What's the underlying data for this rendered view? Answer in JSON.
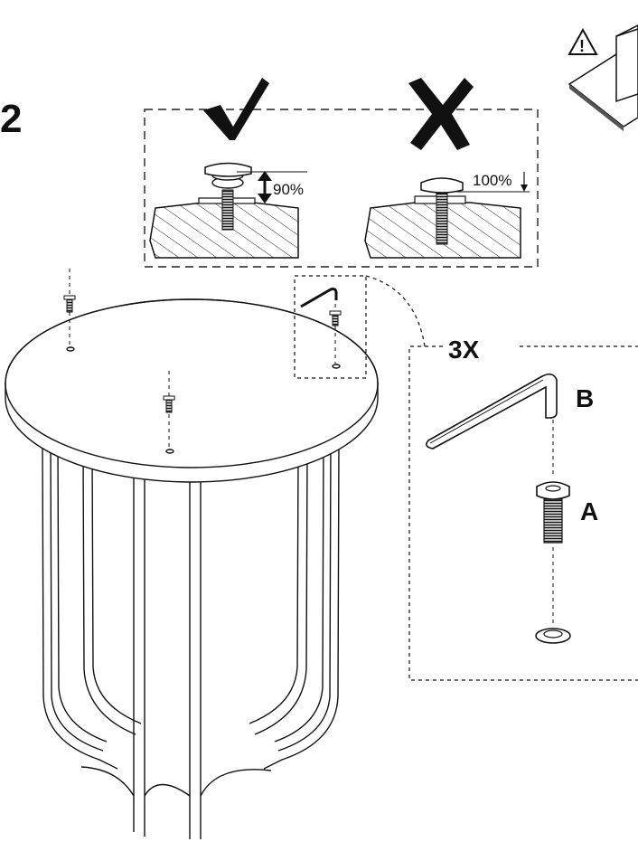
{
  "step_number": "2",
  "correct_panel": {
    "symbol": "checkmark",
    "tightness_label": "90%"
  },
  "incorrect_panel": {
    "symbol": "cross",
    "tightness_label": "100%"
  },
  "detail": {
    "quantity_label": "3X",
    "allen_key_label": "B",
    "screw_label": "A"
  },
  "warning": {
    "icon": "warning-triangle-icon",
    "glyph": "!"
  },
  "colors": {
    "ink": "#111111",
    "background": "#ffffff"
  }
}
